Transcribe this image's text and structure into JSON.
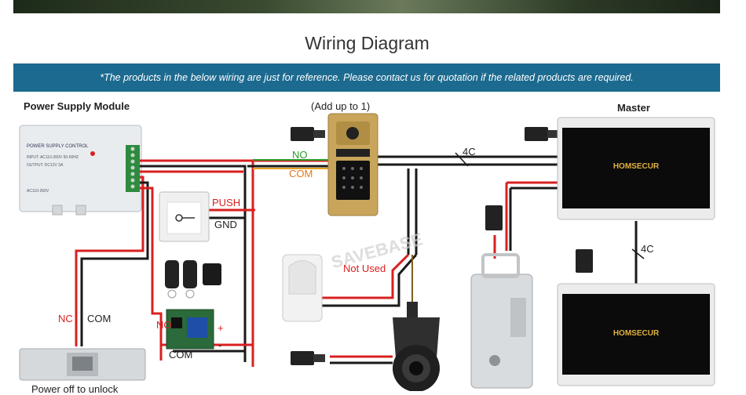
{
  "title": "Wiring Diagram",
  "banner": "*The products in the below wiring are just for reference. Please contact us for quotation if the related products are required.",
  "labels": {
    "power_supply_module": "Power Supply Module",
    "add_up": "(Add up to 1)",
    "master": "Master",
    "no": "NO",
    "com": "COM",
    "push": "PUSH",
    "gnd": "GND",
    "not_used": "Not Used",
    "nc": "NC",
    "com_lock": "COM",
    "no_relay": "NO",
    "com_relay": "COM",
    "plus": "+",
    "minus": "-",
    "cable_4c_top": "4C",
    "cable_4c_right": "4C",
    "power_off_to_unlock": "Power off to unlock"
  },
  "devices": {
    "psu_title": "POWER SUPPLY CONTROL",
    "psu_input": "INPUT: AC110-260V 50-60HZ",
    "psu_output": "OUTPUT: DC12V 3A",
    "psu_ac": "AC110-260V",
    "monitor_brand_1": "HOMSECUR",
    "monitor_brand_2": "HOMSECUR",
    "watermark": "SAVEBASE"
  },
  "colors": {
    "banner": "#1c6a8f",
    "wire_red": "#d82020",
    "wire_black": "#1a1a1a",
    "wire_green": "#2a9a2a",
    "wire_orange": "#e8a020"
  }
}
